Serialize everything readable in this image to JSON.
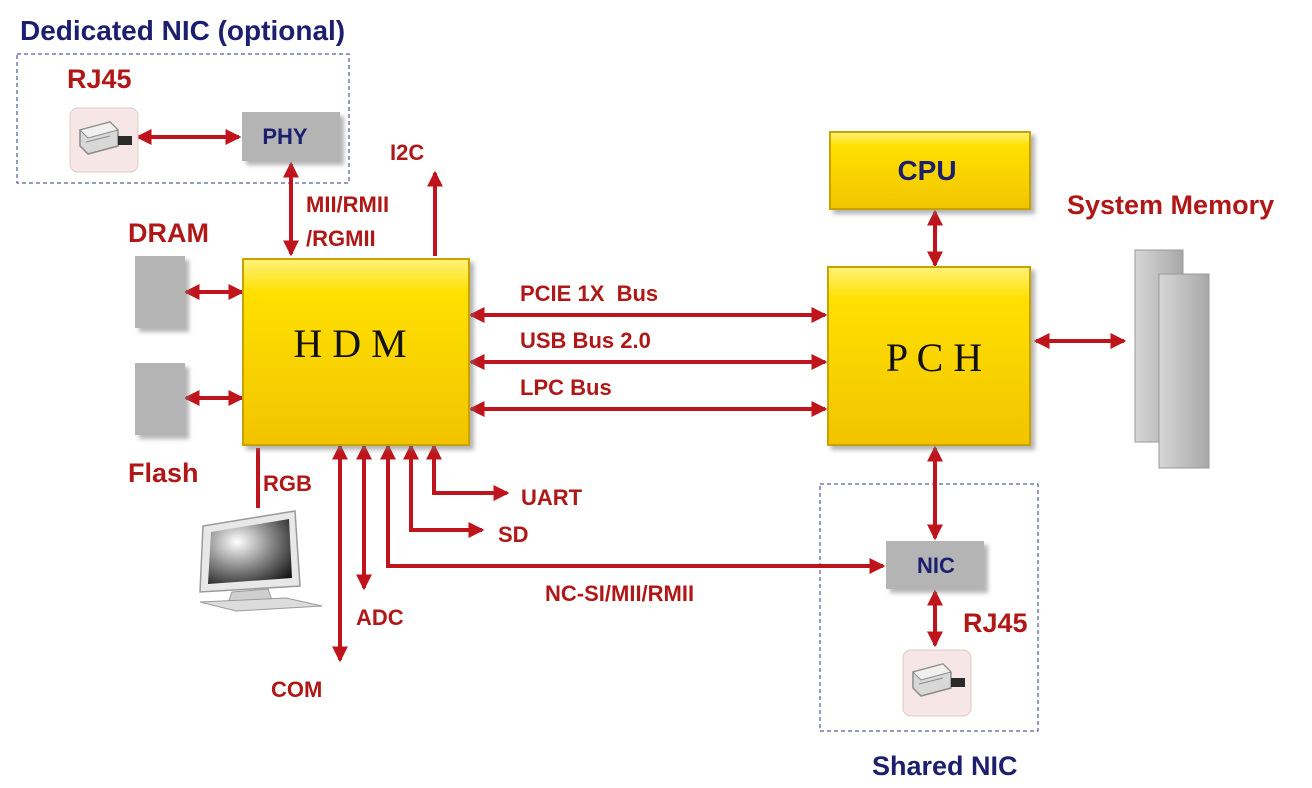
{
  "groups": {
    "dedicated_nic": "Dedicated NIC (optional)",
    "shared_nic": "Shared NIC"
  },
  "blocks": {
    "hdm": "H D M",
    "pch": "P C H",
    "cpu": "CPU",
    "phy": "PHY",
    "nic": "NIC"
  },
  "components": {
    "rj45_top": "RJ45",
    "rj45_bottom": "RJ45",
    "dram": "DRAM",
    "flash": "Flash",
    "system_memory": "System Memory"
  },
  "interfaces": {
    "i2c": "I2C",
    "mii_line1": "MII/RMII",
    "mii_line2": "/RGMII",
    "pcie": "PCIE 1X  Bus",
    "usb": "USB Bus 2.0",
    "lpc": "LPC Bus",
    "rgb": "RGB",
    "uart": "UART",
    "sd": "SD",
    "ncsi": "NC-SI/MII/RMII",
    "adc": "ADC",
    "com": "COM"
  },
  "colors": {
    "arrow": "#c0141c",
    "label_red": "#b01818",
    "label_navy": "#1c1f6e",
    "block_yellow": "#ffd700",
    "box_gray": "#b4b4b4"
  }
}
